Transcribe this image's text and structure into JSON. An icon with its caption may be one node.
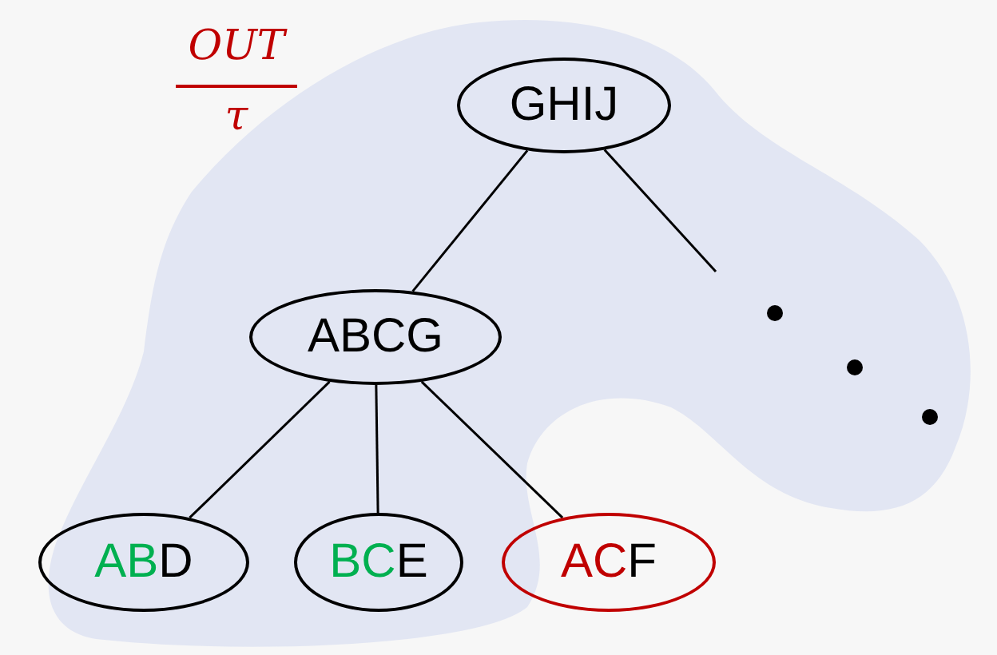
{
  "diagram": {
    "nodes": [
      {
        "text": [
          "GHIJ"
        ]
      },
      {
        "text": [
          "ABCG"
        ]
      },
      {
        "text": [
          "ABD"
        ]
      },
      {
        "text": [
          "BCE"
        ]
      },
      {
        "text": [
          "ACF"
        ]
      }
    ],
    "edges": [
      {
        "from": 0,
        "to": 1,
        "arrow": "none"
      },
      {
        "from": 0,
        "to": null,
        "arrow": "none"
      },
      {
        "from": 1,
        "to": 2,
        "arrow": "none"
      },
      {
        "from": 1,
        "to": 3,
        "arrow": "none"
      },
      {
        "from": 1,
        "to": 4,
        "arrow": "none"
      }
    ],
    "labels": [
      "OUT",
      "τ"
    ]
  }
}
